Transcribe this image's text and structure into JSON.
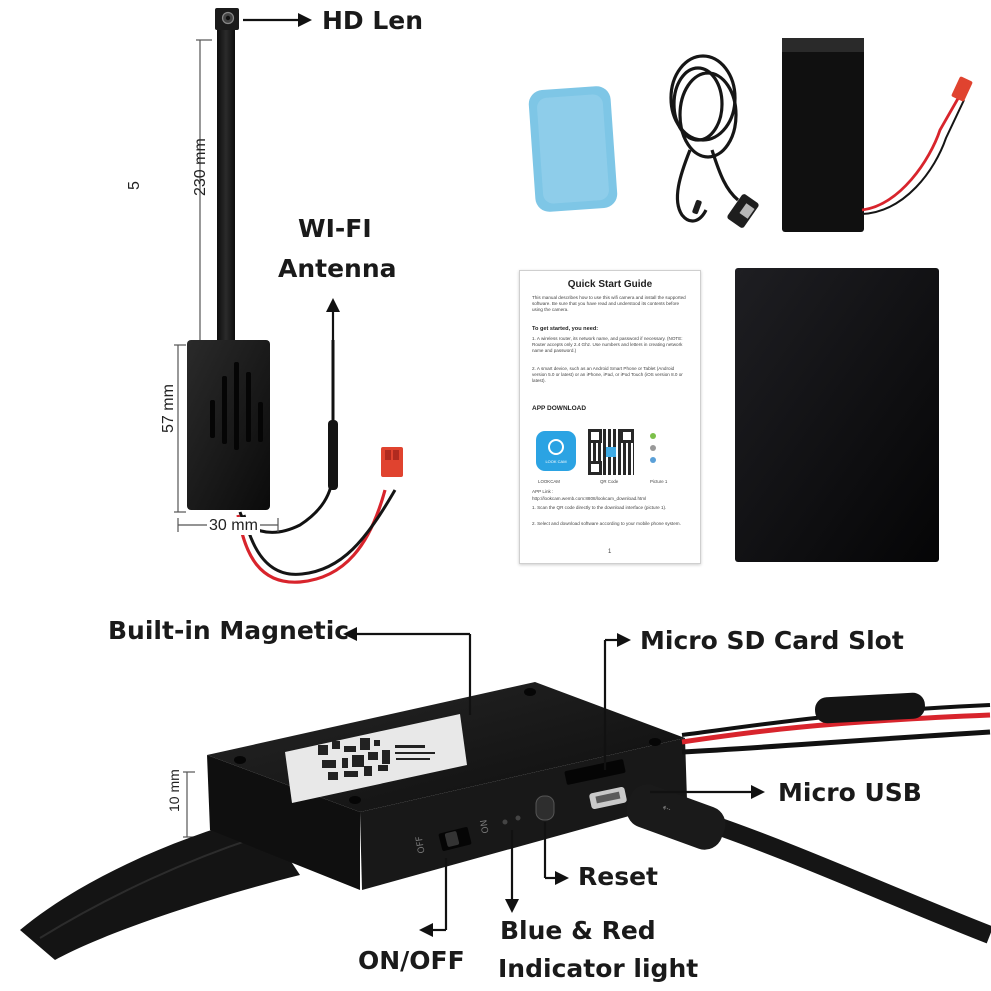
{
  "labels": {
    "hd_len": "HD Len",
    "wifi_antenna_line1": "WI-FI",
    "wifi_antenna_line2": "Antenna",
    "built_in_magnetic": "Built-in Magnetic",
    "micro_sd_card_slot": "Micro SD Card Slot",
    "micro_usb": "Micro USB",
    "reset": "Reset",
    "on_off": "ON/OFF",
    "indicator_line1": "Blue & Red",
    "indicator_line2": "Indicator light"
  },
  "dimensions": {
    "cable_length": "230 mm",
    "module_height": "57 mm",
    "module_width": "30 mm",
    "thickness": "10 mm",
    "side_mark": "5"
  },
  "quick_start_guide": {
    "title": "Quick Start Guide",
    "intro": "This manual describes how to use this wifi camera and install the supported software. Be sure that you have read and understood its contents before using the camera.",
    "get_started": "To get started, you need:",
    "item1": "1.   A wireless router, its network name, and password if necessary. (NOTE: Router accepts only 2.4 Ghz. Use numbers and letters in creating network name and password.)",
    "item2": "2.   A smart device, such as an Android Smart Phone or Tablet (Android version 5.0 or latest) or an iPhone, iPad, or iPod Touch (iOS version 8.0 or latest).",
    "app_download": "APP DOWNLOAD",
    "cap_app": "LOOKCAM",
    "cap_qr": "QR Code",
    "cap_pic": "Picture 1",
    "app_link_label": "APP Link :",
    "app_link": "http://lookcam.wemb.com:8808/lookcam_download.html",
    "step1": "1. Scan the QR code directly to the download interface (picture 1).",
    "step2": "2. Select and download software according to your mobile phone system.",
    "page_no": "1",
    "app_icon_text": "LOOK CAM"
  },
  "colors": {
    "text": "#1a1a1a",
    "device": "#141414",
    "red_wire": "#d8242c",
    "pad": "#7ec6e6"
  }
}
